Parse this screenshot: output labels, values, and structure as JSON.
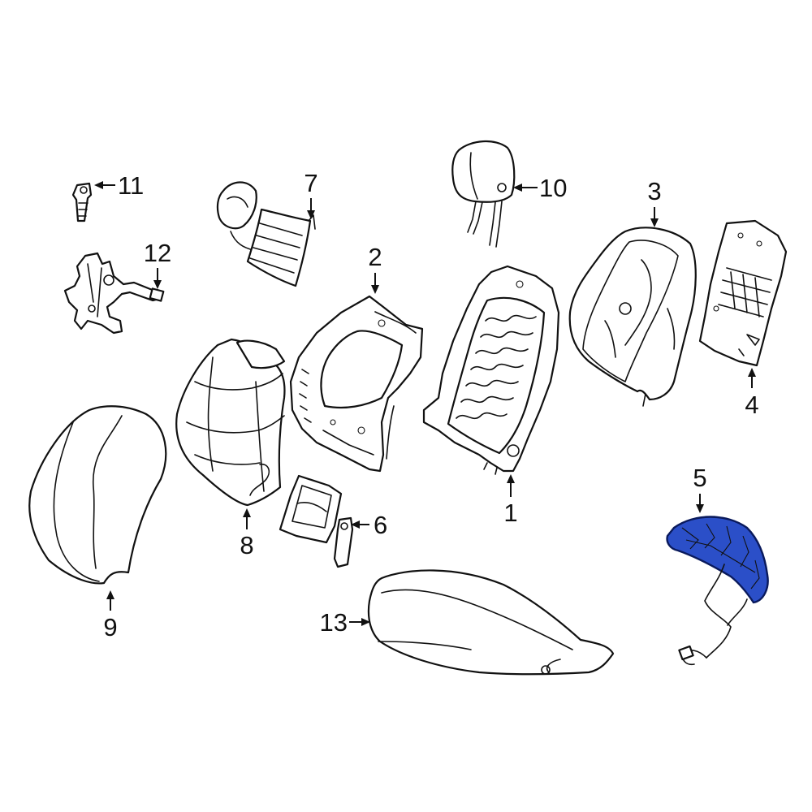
{
  "callouts": [
    {
      "id": "1",
      "label": "1"
    },
    {
      "id": "2",
      "label": "2"
    },
    {
      "id": "3",
      "label": "3"
    },
    {
      "id": "4",
      "label": "4"
    },
    {
      "id": "5",
      "label": "5"
    },
    {
      "id": "6",
      "label": "6"
    },
    {
      "id": "7",
      "label": "7"
    },
    {
      "id": "8",
      "label": "8"
    },
    {
      "id": "9",
      "label": "9"
    },
    {
      "id": "10",
      "label": "10"
    },
    {
      "id": "11",
      "label": "11"
    },
    {
      "id": "12",
      "label": "12"
    },
    {
      "id": "13",
      "label": "13"
    }
  ],
  "colors": {
    "line": "#111111",
    "background": "#ffffff",
    "highlight_fill": "#2b4fc8",
    "highlight_dark": "#0a1a5c"
  },
  "highlighted_part": "5"
}
